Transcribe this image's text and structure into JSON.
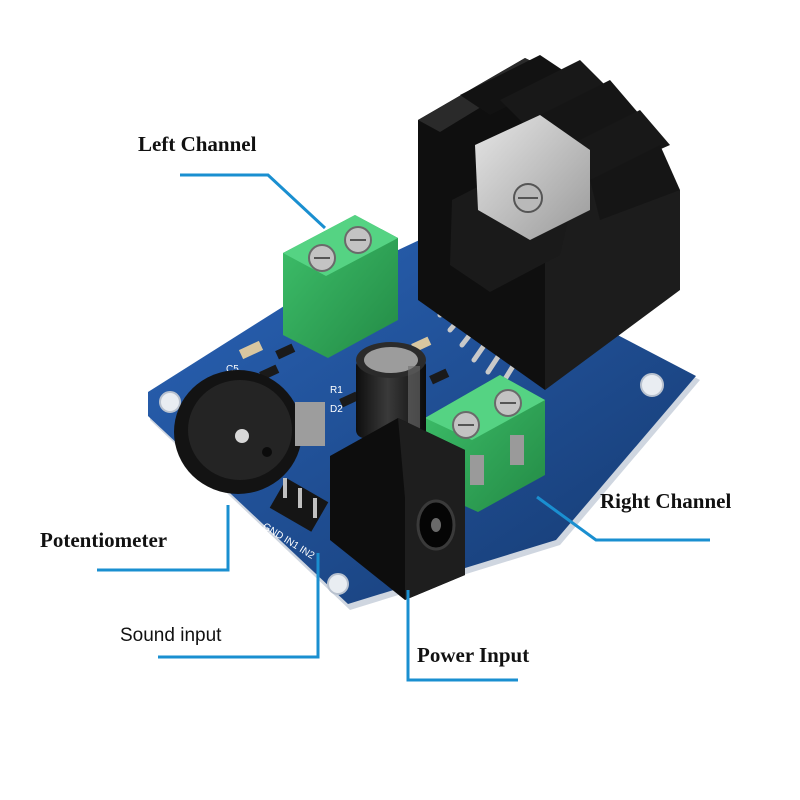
{
  "labels": {
    "left_channel": "Left Channel",
    "right_channel": "Right Channel",
    "potentiometer": "Potentiometer",
    "sound_input": "Sound input",
    "power_input": "Power Input"
  },
  "board_markings": {
    "pin_header": "GND IN1 IN2",
    "c5": "C5",
    "r1": "R1",
    "d2": "D2"
  },
  "colors": {
    "leader_line": "#1a8fd0",
    "pcb": "#1f4f9a",
    "terminal_green": "#2fae5a",
    "heatsink": "#141414",
    "capacitor": "#1b1b1b",
    "dc_jack": "#111111"
  },
  "components": {
    "heatsink": "black-finned-heatsink",
    "amplifier_chip": "amplifier-ic",
    "left_terminal": "green-screw-terminal",
    "right_terminal": "green-screw-terminal",
    "potentiometer": "thumbwheel-potentiometer",
    "capacitor": "electrolytic-capacitor",
    "power_jack": "dc-barrel-jack",
    "pin_header": "3-pin-header"
  }
}
